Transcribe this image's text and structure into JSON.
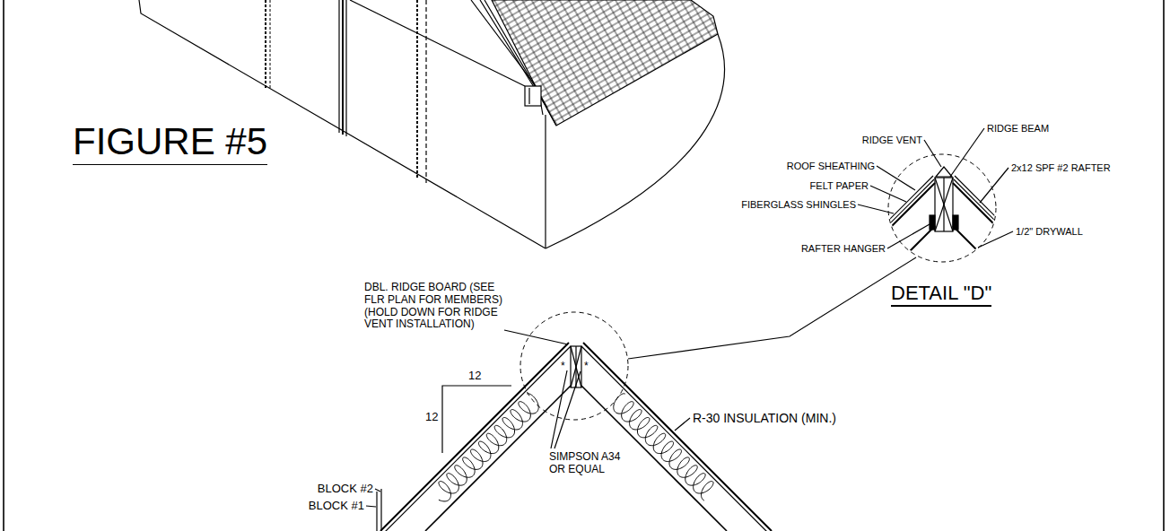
{
  "diagram": {
    "title": "FIGURE #5",
    "labels": [
      "RIDGE VENT",
      "RIDGE BEAM",
      "ROOF SHEATHING",
      "2x12 SPF #2 RAFTER",
      "FELT PAPER",
      "FIBERGLASS SHINGLES",
      "RAFTER HANGER",
      "1/2\" DRYWALL",
      "DETAIL \"D\"",
      "DBL. RIDGE BOARD (SEE FLR PLAN FOR MEMBERS) (HOLD DOWN FOR RIDGE VENT INSTALLATION)",
      "*",
      "*",
      "12",
      "12",
      "SIMPSON A34 OR EQUAL",
      "R-30 INSULATION (MIN.)",
      "BLOCK #2",
      "BLOCK #1"
    ]
  }
}
